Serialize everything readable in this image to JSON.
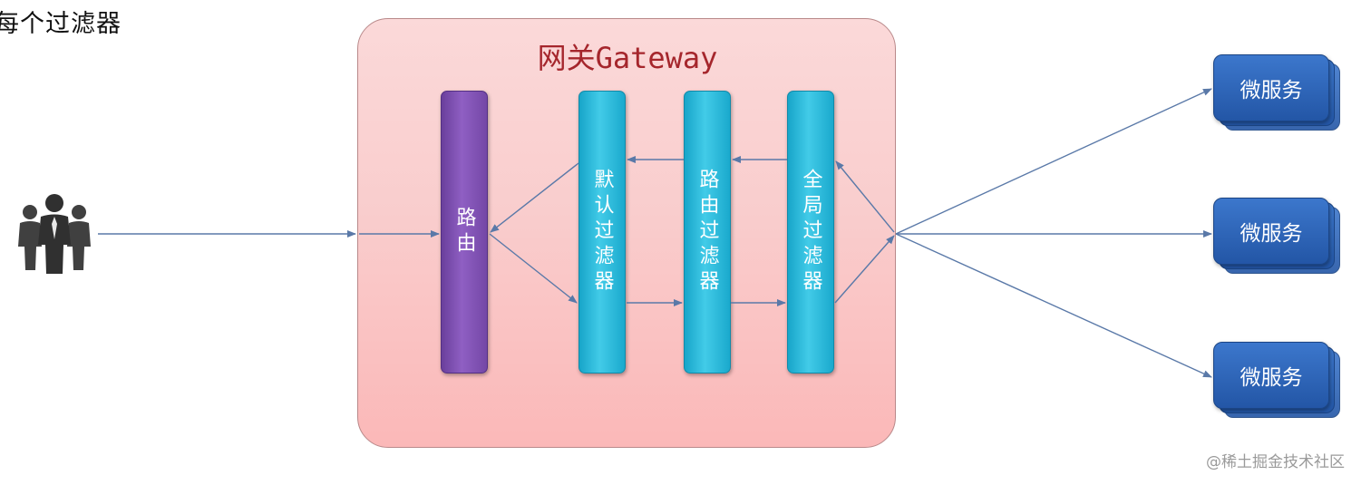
{
  "heading": "每个过滤器",
  "gateway": {
    "title": "网关Gateway",
    "router": "路由",
    "filters": [
      "默认过滤器",
      "路由过滤器",
      "全局过滤器"
    ]
  },
  "services": [
    "微服务",
    "微服务",
    "微服务"
  ],
  "watermark": "@稀土掘金技术社区",
  "colors": {
    "gateway_fill": "#f9cdcd",
    "gateway_title": "#a5262c",
    "router": "#7b4db0",
    "filter": "#2bb8da",
    "service": "#2f66b8",
    "arrow": "#5a79a8"
  },
  "icons": {
    "users": "users-group-icon"
  }
}
